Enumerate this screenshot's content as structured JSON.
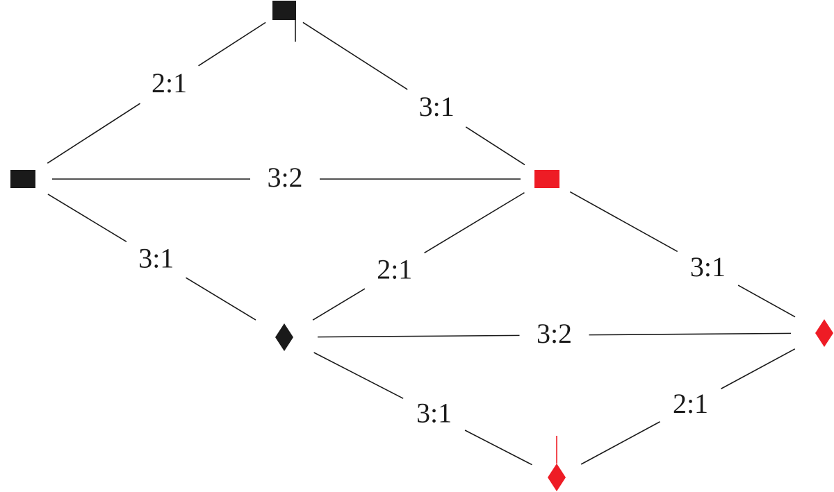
{
  "colors": {
    "black": "#1a1a1a",
    "red": "#ee1c25"
  },
  "nodes": [
    {
      "id": "n-top",
      "shape": "square-flag",
      "color": "black"
    },
    {
      "id": "n-left",
      "shape": "square",
      "color": "black"
    },
    {
      "id": "n-mid-right",
      "shape": "square",
      "color": "red"
    },
    {
      "id": "n-center",
      "shape": "diamond",
      "color": "black"
    },
    {
      "id": "n-right",
      "shape": "diamond",
      "color": "red"
    },
    {
      "id": "n-bottom",
      "shape": "diamond-stem",
      "color": "red"
    }
  ],
  "edges": [
    {
      "from": "n-top",
      "to": "n-left",
      "label": "2:1"
    },
    {
      "from": "n-top",
      "to": "n-mid-right",
      "label": "3:1"
    },
    {
      "from": "n-left",
      "to": "n-mid-right",
      "label": "3:2"
    },
    {
      "from": "n-left",
      "to": "n-center",
      "label": "3:1"
    },
    {
      "from": "n-mid-right",
      "to": "n-center",
      "label": "2:1"
    },
    {
      "from": "n-mid-right",
      "to": "n-right",
      "label": "3:1"
    },
    {
      "from": "n-center",
      "to": "n-right",
      "label": "3:2"
    },
    {
      "from": "n-center",
      "to": "n-bottom",
      "label": "3:1"
    },
    {
      "from": "n-right",
      "to": "n-bottom",
      "label": "2:1"
    }
  ]
}
